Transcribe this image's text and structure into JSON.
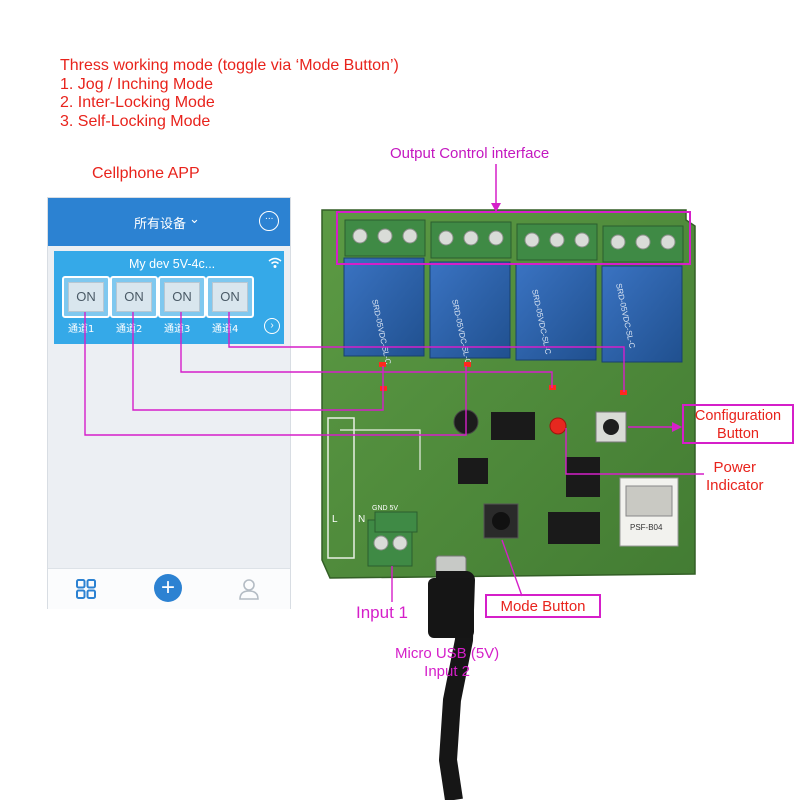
{
  "modes": {
    "heading": "Thress working mode (toggle via ‘Mode Button’)",
    "items": [
      "1. Jog / Inching Mode",
      "2. Inter-Locking Mode",
      "3. Self-Locking Mode"
    ]
  },
  "app": {
    "caption": "Cellphone APP",
    "header_title": "所有设备",
    "device_name": "My dev 5V-4c...",
    "channels": [
      {
        "button": "ON",
        "label": "通道1"
      },
      {
        "button": "ON",
        "label": "通道2"
      },
      {
        "button": "ON",
        "label": "通道3"
      },
      {
        "button": "ON",
        "label": "通道4"
      }
    ],
    "tabs": [
      "grid-icon",
      "add-icon",
      "user-icon"
    ]
  },
  "board": {
    "relay_text": "SRD-05VDC-SL-C",
    "module_text": "PSF-B04",
    "terminal_labels": [
      "L",
      "N"
    ],
    "usb_pins": "GND 5V"
  },
  "annotations": {
    "output_control": "Output Control interface",
    "configuration_button": [
      "Configuration",
      "Button"
    ],
    "power_indicator": [
      "Power",
      "Indicator"
    ],
    "input1": "Input 1",
    "mode_button": "Mode Button",
    "micro_usb": [
      "Micro USB (5V)",
      "Input 2"
    ]
  },
  "colors": {
    "annotation_red": "#e8231c",
    "leader_magenta": "#d51fc9",
    "app_blue": "#2c82d2",
    "card_blue": "#35a9e8",
    "pcb_green": "#4f8a3a",
    "relay_blue": "#2c5fa8"
  }
}
